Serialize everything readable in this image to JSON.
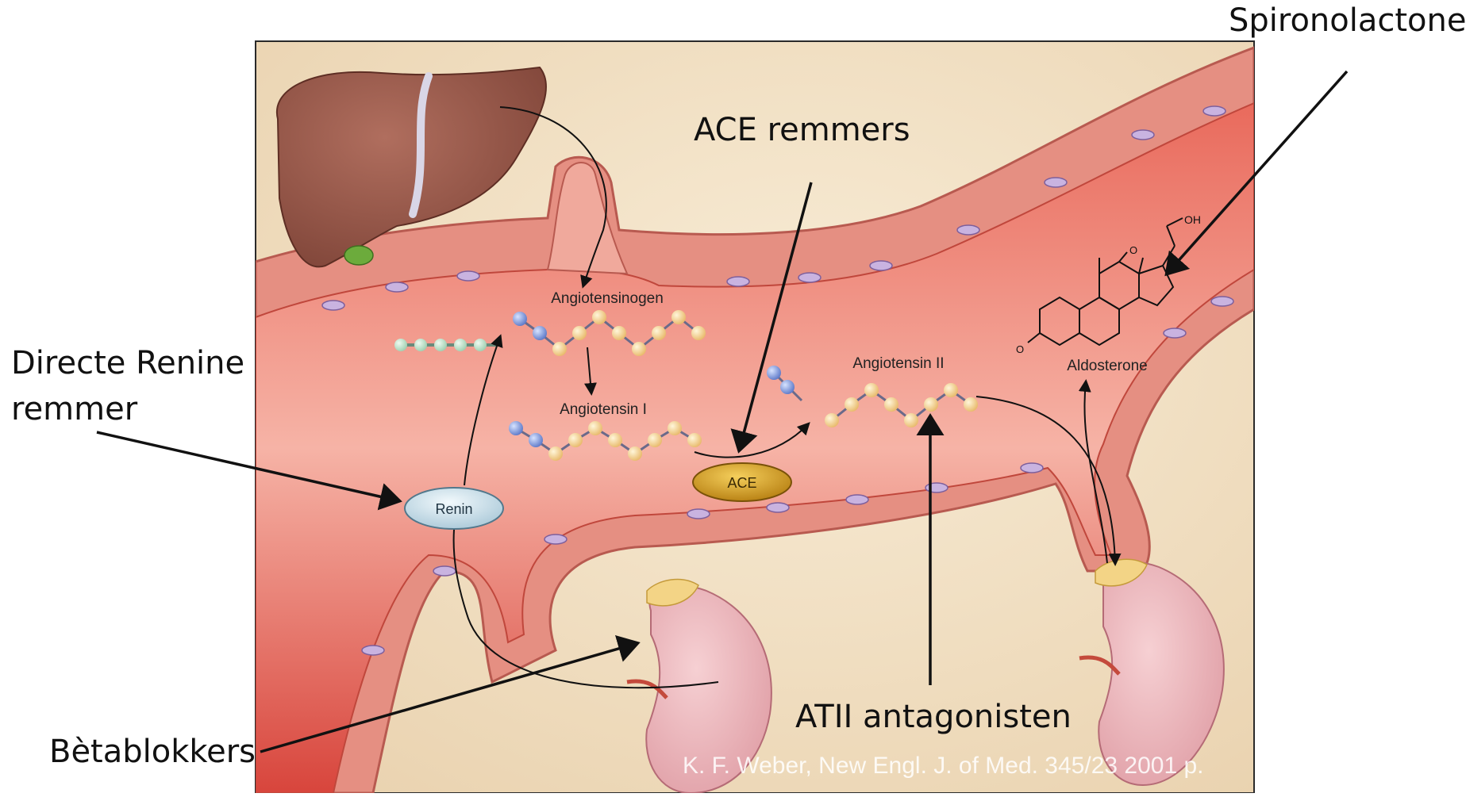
{
  "labels": {
    "spironolactone": "Spironolactone",
    "ace_remmers": "ACE remmers",
    "directe_renine": "Directe Renine",
    "directe_renine_2": "remmer",
    "betablokkers": "Bètablokkers",
    "atii_antagonisten": "ATII antagonisten"
  },
  "diagram": {
    "angiotensinogen": "Angiotensinogen",
    "angiotensin_i": "Angiotensin I",
    "angiotensin_ii": "Angiotensin II",
    "aldosterone": "Aldosterone",
    "ace": "ACE",
    "renin": "Renin",
    "oh": "OH",
    "o": "O",
    "citation": "K. F. Weber, New Engl. J. of Med. 345/23 2001 p."
  },
  "colors": {
    "background": "#f3e3c8",
    "vessel_wall": "#e08478",
    "lumen": "#d8453c",
    "liver": "#9a5a4c",
    "kidney": "#eab1b7",
    "ace_enzyme": "#d9a31c",
    "renin_enzyme": "#cfe3ee",
    "citation_text": "#ffffff"
  }
}
